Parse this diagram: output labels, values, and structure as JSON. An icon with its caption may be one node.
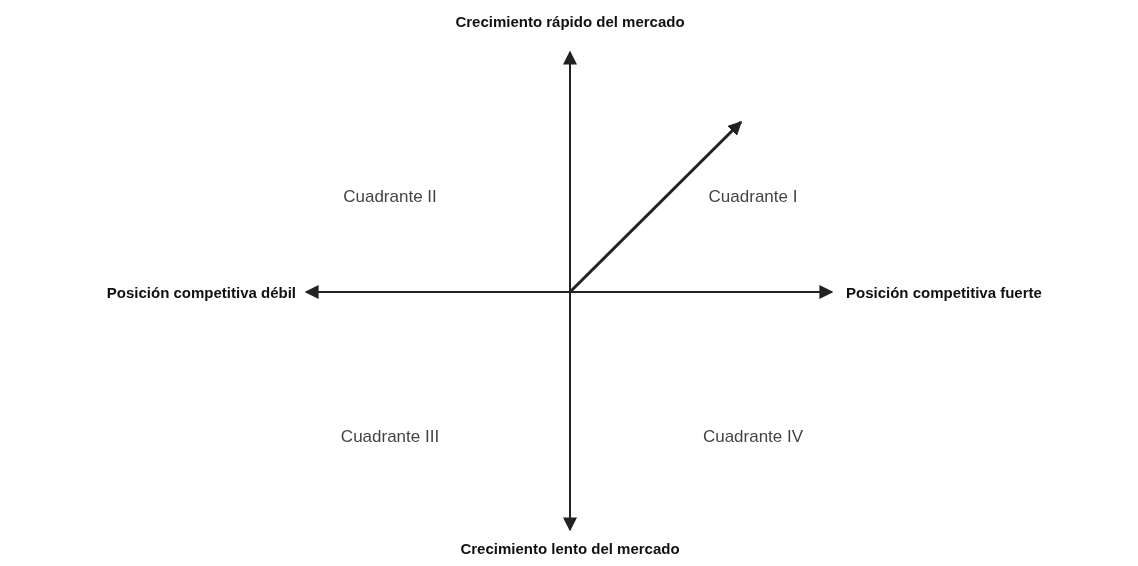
{
  "diagram": {
    "labels": [
      "Crecimiento rápido del mercado",
      "Cuadrante II",
      "Cuadrante I",
      "Posición competitiva débil",
      "Posición competitiva fuerte",
      "Cuadrante III",
      "Cuadrante IV",
      "Crecimiento lento del mercado"
    ]
  }
}
